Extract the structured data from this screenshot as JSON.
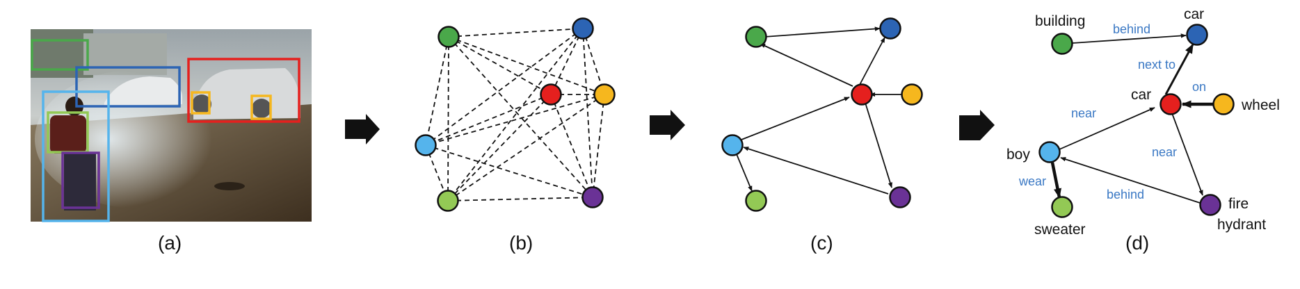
{
  "panels": {
    "a": {
      "label": "(a)"
    },
    "b": {
      "label": "(b)"
    },
    "c": {
      "label": "(c)"
    },
    "d": {
      "label": "(d)"
    }
  },
  "colors": {
    "green": "#4aa84a",
    "blue": "#2c64b4",
    "red": "#e5201e",
    "yellow": "#f6b71e",
    "lightblue": "#55b4ec",
    "lightgreen": "#93c955",
    "purple": "#6a3296",
    "relation": "#3a78c4"
  },
  "scene_graph": {
    "nodes": {
      "building": "building",
      "car1": "car",
      "car2": "car",
      "wheel": "wheel",
      "boy": "boy",
      "sweater": "sweater",
      "fire": "fire",
      "hydrant": "hydrant"
    },
    "relations": {
      "behind1": "behind",
      "next_to": "next to",
      "on": "on",
      "near1": "near",
      "near2": "near",
      "wear": "wear",
      "behind2": "behind"
    }
  },
  "photo": {
    "description_icon": "street-scene-photo"
  }
}
